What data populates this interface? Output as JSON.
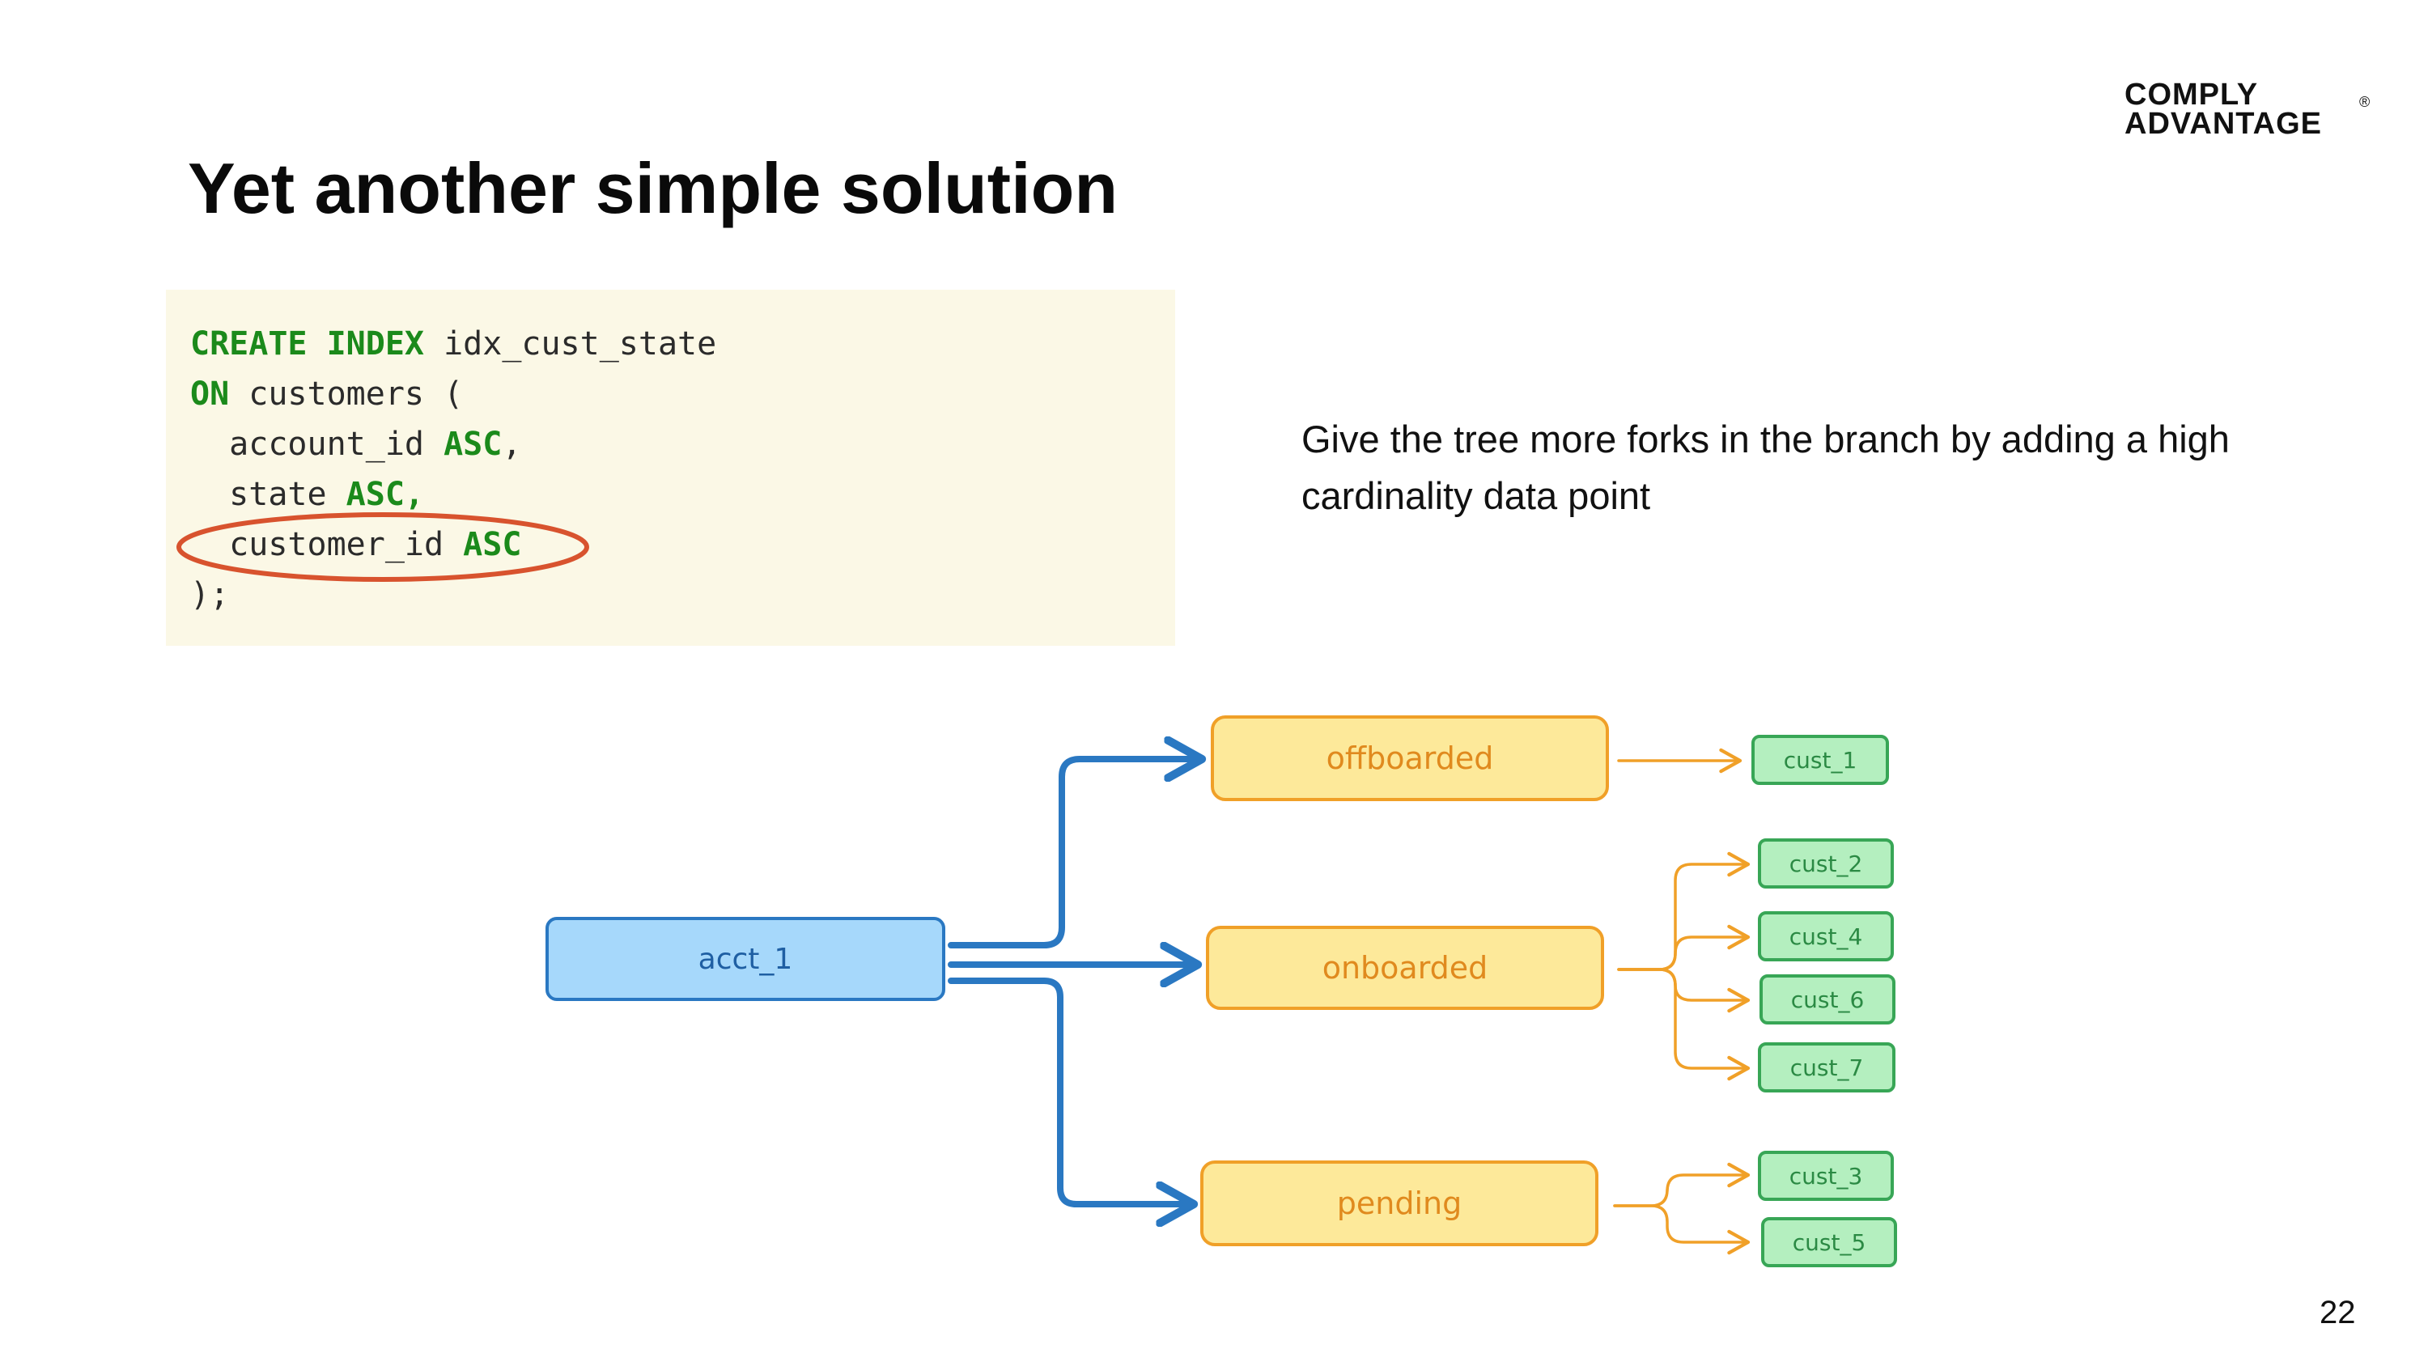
{
  "logo": {
    "line1": "COMPLY",
    "line2": "ADVANTAGE",
    "registered_mark": "®"
  },
  "slide": {
    "title": "Yet another simple solution",
    "description": "Give the tree more forks in the branch by adding a high cardinality data point",
    "page_number": "22"
  },
  "code": {
    "lines": [
      {
        "kw1": "CREATE INDEX",
        "rest": " idx_cust_state"
      },
      {
        "kw1": "ON",
        "rest": " customers ("
      },
      {
        "pre": "  account_id ",
        "kw": "ASC",
        "post": ","
      },
      {
        "pre": "  state ",
        "kw": "ASC,",
        "post": ""
      },
      {
        "pre": "  customer_id ",
        "kw": "ASC",
        "post": ""
      },
      {
        "text": ");"
      }
    ]
  },
  "diagram": {
    "root": "acct_1",
    "states": [
      "offboarded",
      "onboarded",
      "pending"
    ],
    "customers": {
      "offboarded": [
        "cust_1"
      ],
      "onboarded": [
        "cust_2",
        "cust_4",
        "cust_6",
        "cust_7"
      ],
      "pending": [
        "cust_3",
        "cust_5"
      ]
    },
    "colors": {
      "root_fill": "#a6d8fb",
      "root_stroke": "#2a78c2",
      "state_fill": "#fde99a",
      "state_stroke": "#f0a028",
      "cust_fill": "#b4efbf",
      "cust_stroke": "#38a656",
      "highlight": "#d8532e",
      "code_keyword": "#1b8a1b"
    }
  }
}
